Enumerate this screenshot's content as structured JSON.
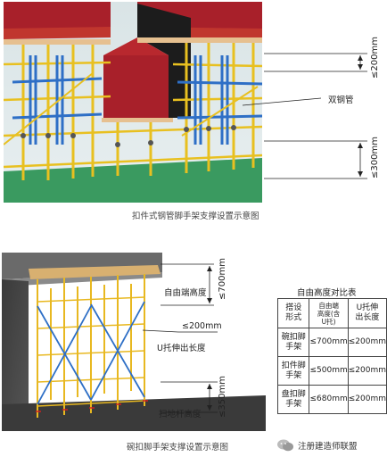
{
  "top": {
    "caption": "扣件式钢管脚手架支撑设置示意图",
    "dim_upper": "≤200mm",
    "dim_lower": "≤300mm",
    "callout_double_pipe": "双钢管"
  },
  "bottom": {
    "caption": "碗扣脚手架支撑设置示意图",
    "dim_top": "≤700mm",
    "label_free_end": "自由端高度",
    "dim_utop": "≤200mm",
    "label_utop": "U托伸出长度",
    "dim_bottom": "≤350mm",
    "label_sweep": "扫地杆高度"
  },
  "table": {
    "title": "自由高度对比表",
    "headers": [
      "搭设\n形式",
      "自由端\n高度(含\nU托)",
      "U托伸\n出长度"
    ],
    "rows": [
      [
        "碗扣脚\n手架",
        "≤700mm",
        "≤200mm"
      ],
      [
        "扣件脚\n手架",
        "≤500mm",
        "≤200mm"
      ],
      [
        "盘扣脚\n手架",
        "≤680mm",
        "≤200mm"
      ]
    ]
  },
  "watermark": "注册建造师联盟",
  "colors": {
    "pole_yellow": "#e8c020",
    "pipe_blue": "#2e6fc6",
    "beam_red": "#a8202a",
    "floor_green": "#2e8b57"
  }
}
